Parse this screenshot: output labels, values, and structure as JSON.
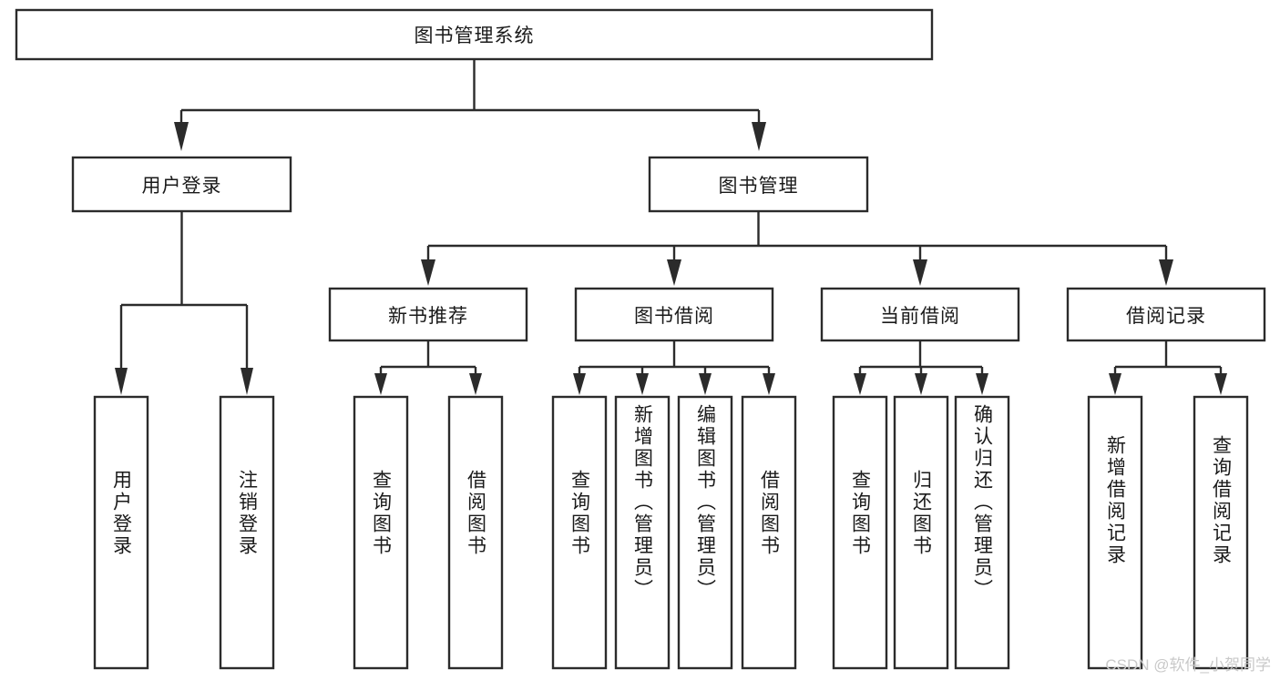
{
  "diagram": {
    "title": "图书管理系统",
    "type": "hierarchy-tree",
    "watermark": "CSDN @软件_小贺同学",
    "colors": {
      "stroke": "#2b2b2b",
      "fill": "#ffffff",
      "text": "#1a1a1a",
      "watermark": "#c9c9c9"
    },
    "root": {
      "label": "图书管理系统"
    },
    "level2": [
      {
        "label": "用户登录"
      },
      {
        "label": "图书管理"
      }
    ],
    "level3": [
      {
        "label": "新书推荐"
      },
      {
        "label": "图书借阅"
      },
      {
        "label": "当前借阅"
      },
      {
        "label": "借阅记录"
      }
    ],
    "leaves": {
      "user_login": [
        {
          "label": "用户登录"
        },
        {
          "label": "注销登录"
        }
      ],
      "new_book_recommend": [
        {
          "label": "查询图书"
        },
        {
          "label": "借阅图书"
        }
      ],
      "book_borrow": [
        {
          "label": "查询图书"
        },
        {
          "label": "新增图书（管理员）"
        },
        {
          "label": "编辑图书（管理员）"
        },
        {
          "label": "借阅图书"
        }
      ],
      "current_borrow": [
        {
          "label": "查询图书"
        },
        {
          "label": "归还图书"
        },
        {
          "label": "确认归还（管理员）"
        }
      ],
      "borrow_record": [
        {
          "label": "新增借阅记录"
        },
        {
          "label": "查询借阅记录"
        }
      ]
    }
  }
}
